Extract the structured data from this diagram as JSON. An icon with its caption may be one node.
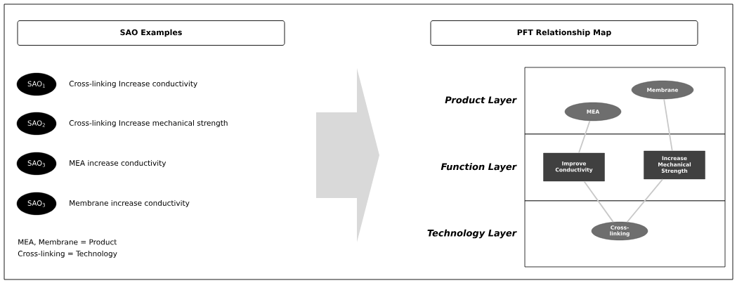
{
  "diagram": {
    "nodes": [
      {
        "text": [
          "SAO Examples"
        ]
      },
      {
        "text": [
          "PFT Relationship Map"
        ]
      },
      {
        "text": [
          "SAO$_{1}$"
        ],
        "beside": [
          "Cross-linking Increase conductivity"
        ]
      },
      {
        "text": [
          "SAO$_{2}$"
        ],
        "beside": [
          "Cross-linking Increase mechanical strength"
        ]
      },
      {
        "text": [
          "SAO$_{3}$"
        ],
        "beside": [
          "MEA increase conductivity"
        ]
      },
      {
        "text": [
          "SAO$_{3}$"
        ],
        "beside": [
          "Membrane increase conductivity"
        ]
      },
      {
        "text": [
          "Product Layer"
        ]
      },
      {
        "text": [
          "MEA"
        ],
        "in": 6
      },
      {
        "text": [
          "Membrane"
        ],
        "in": 6
      },
      {
        "text": [
          "Function Layer"
        ]
      },
      {
        "text": [
          "Improve Conductivity"
        ],
        "in": 9
      },
      {
        "text": [
          "Increase Mechanical Strength"
        ],
        "in": 9
      },
      {
        "text": [
          "Technology Layer"
        ]
      },
      {
        "text": [
          "Cross-linking"
        ],
        "in": 12
      }
    ],
    "edges": [
      {
        "from": 7,
        "to": 10,
        "arrow": "none"
      },
      {
        "from": 8,
        "to": 11,
        "arrow": "none"
      },
      {
        "from": 10,
        "to": 13,
        "arrow": "none"
      },
      {
        "from": 11,
        "to": 13,
        "arrow": "none"
      }
    ],
    "labels": [
      "MEA, Membrane = Product",
      "Cross-linking = Technology"
    ]
  }
}
